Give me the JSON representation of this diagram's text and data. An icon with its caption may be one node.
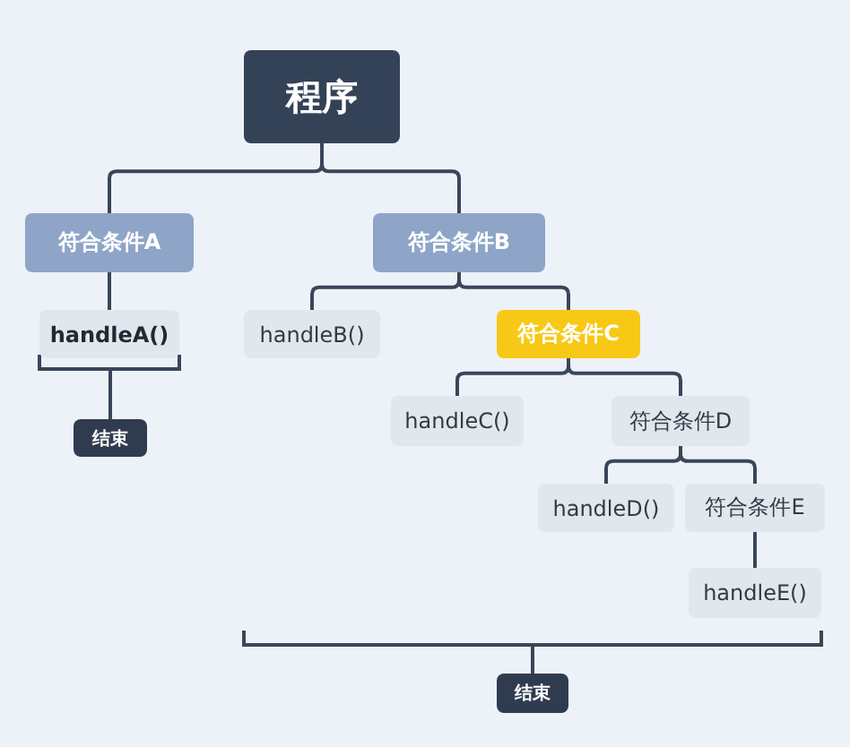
{
  "diagram": {
    "nodes": [
      {
        "text": [
          "程序"
        ]
      },
      {
        "text": [
          "符合条件A"
        ]
      },
      {
        "text": [
          "符合条件B"
        ]
      },
      {
        "text": [
          "handleA()"
        ]
      },
      {
        "text": [
          "handleB()"
        ]
      },
      {
        "text": [
          "符合条件C"
        ]
      },
      {
        "text": [
          "handleC()"
        ]
      },
      {
        "text": [
          "符合条件D"
        ]
      },
      {
        "text": [
          "handleD()"
        ]
      },
      {
        "text": [
          "符合条件E"
        ]
      },
      {
        "text": [
          "handleE()"
        ]
      },
      {
        "text": [
          "结束"
        ]
      },
      {
        "text": [
          "结束"
        ]
      }
    ],
    "edges": [
      {
        "from": 0,
        "to": 1,
        "arrow": "none"
      },
      {
        "from": 0,
        "to": 2,
        "arrow": "none"
      },
      {
        "from": 1,
        "to": 3,
        "arrow": "none"
      },
      {
        "from": 2,
        "to": 4,
        "arrow": "none"
      },
      {
        "from": 2,
        "to": 5,
        "arrow": "none"
      },
      {
        "from": 5,
        "to": 6,
        "arrow": "none"
      },
      {
        "from": 5,
        "to": 7,
        "arrow": "none"
      },
      {
        "from": 7,
        "to": 8,
        "arrow": "none"
      },
      {
        "from": 7,
        "to": 9,
        "arrow": "none"
      },
      {
        "from": 9,
        "to": 10,
        "arrow": "none"
      }
    ]
  }
}
